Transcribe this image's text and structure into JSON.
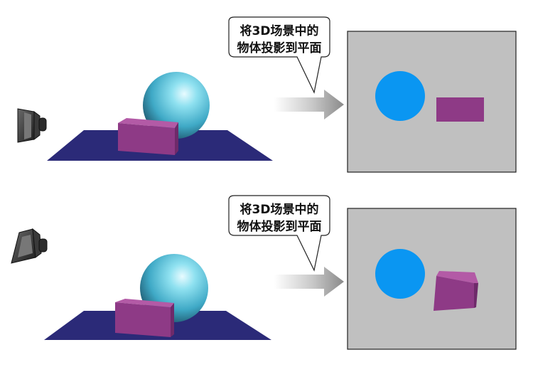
{
  "panels": [
    {
      "id": "top",
      "bubble": {
        "line1": "将3D场景中的",
        "line2": "物体投影到平面"
      },
      "camera_orientation": "front-facing"
    },
    {
      "id": "bottom",
      "bubble": {
        "line1": "将3D场景中的",
        "line2": "物体投影到平面"
      },
      "camera_orientation": "tilted"
    }
  ],
  "colors": {
    "floor": "#2b2a78",
    "sphere": "#4cc0d8",
    "box": "#8e3a86",
    "projection_background": "#c0c0c0",
    "projected_circle": "#0a96f2",
    "arrow": "#9a9a9a"
  },
  "icons": [
    "camera-icon",
    "arrow-right-icon"
  ]
}
